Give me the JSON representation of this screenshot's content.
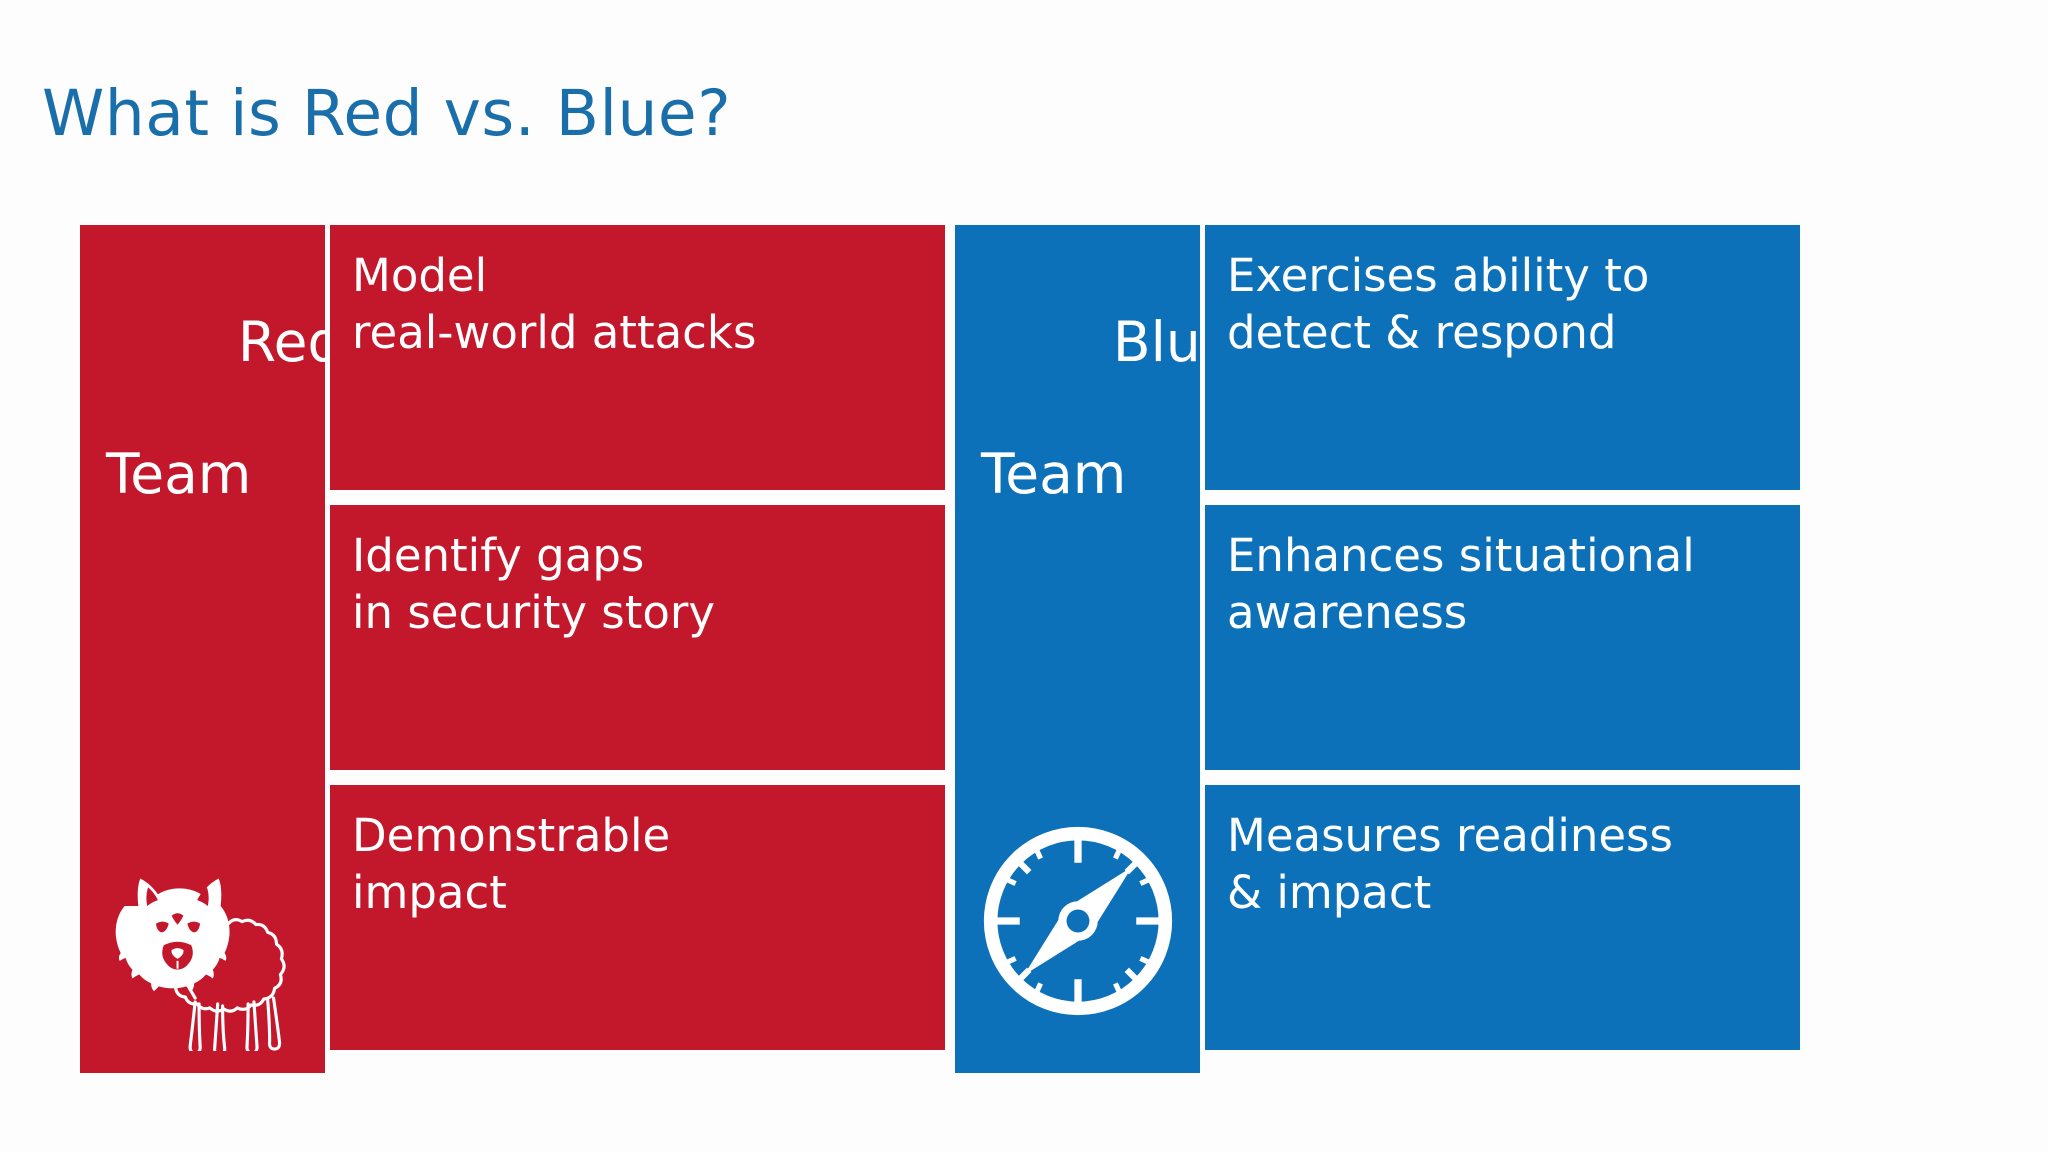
{
  "slide": {
    "title": "What is Red vs. Blue?",
    "title_color": "#1a6fab",
    "background_color": "#fdfdfd"
  },
  "teams": [
    {
      "id": "red-team",
      "label_line1": "Red",
      "label_line2": "Team",
      "color": "#c3182c",
      "icon": "wolf-in-sheeps-clothing-icon",
      "boxes": [
        {
          "line1": "Model",
          "line2": "real-world attacks"
        },
        {
          "line1": "Identify gaps",
          "line2": "in security story"
        },
        {
          "line1": "Demonstrable",
          "line2": "impact"
        }
      ]
    },
    {
      "id": "blue-team",
      "label_line1": "Blue",
      "label_line2": "Team",
      "color": "#0d71b9",
      "icon": "compass-icon",
      "boxes": [
        {
          "line1": "Exercises ability to",
          "line2": "detect & respond"
        },
        {
          "line1": "Enhances situational",
          "line2": "awareness"
        },
        {
          "line1": "Measures readiness",
          "line2": "& impact"
        }
      ]
    }
  ]
}
